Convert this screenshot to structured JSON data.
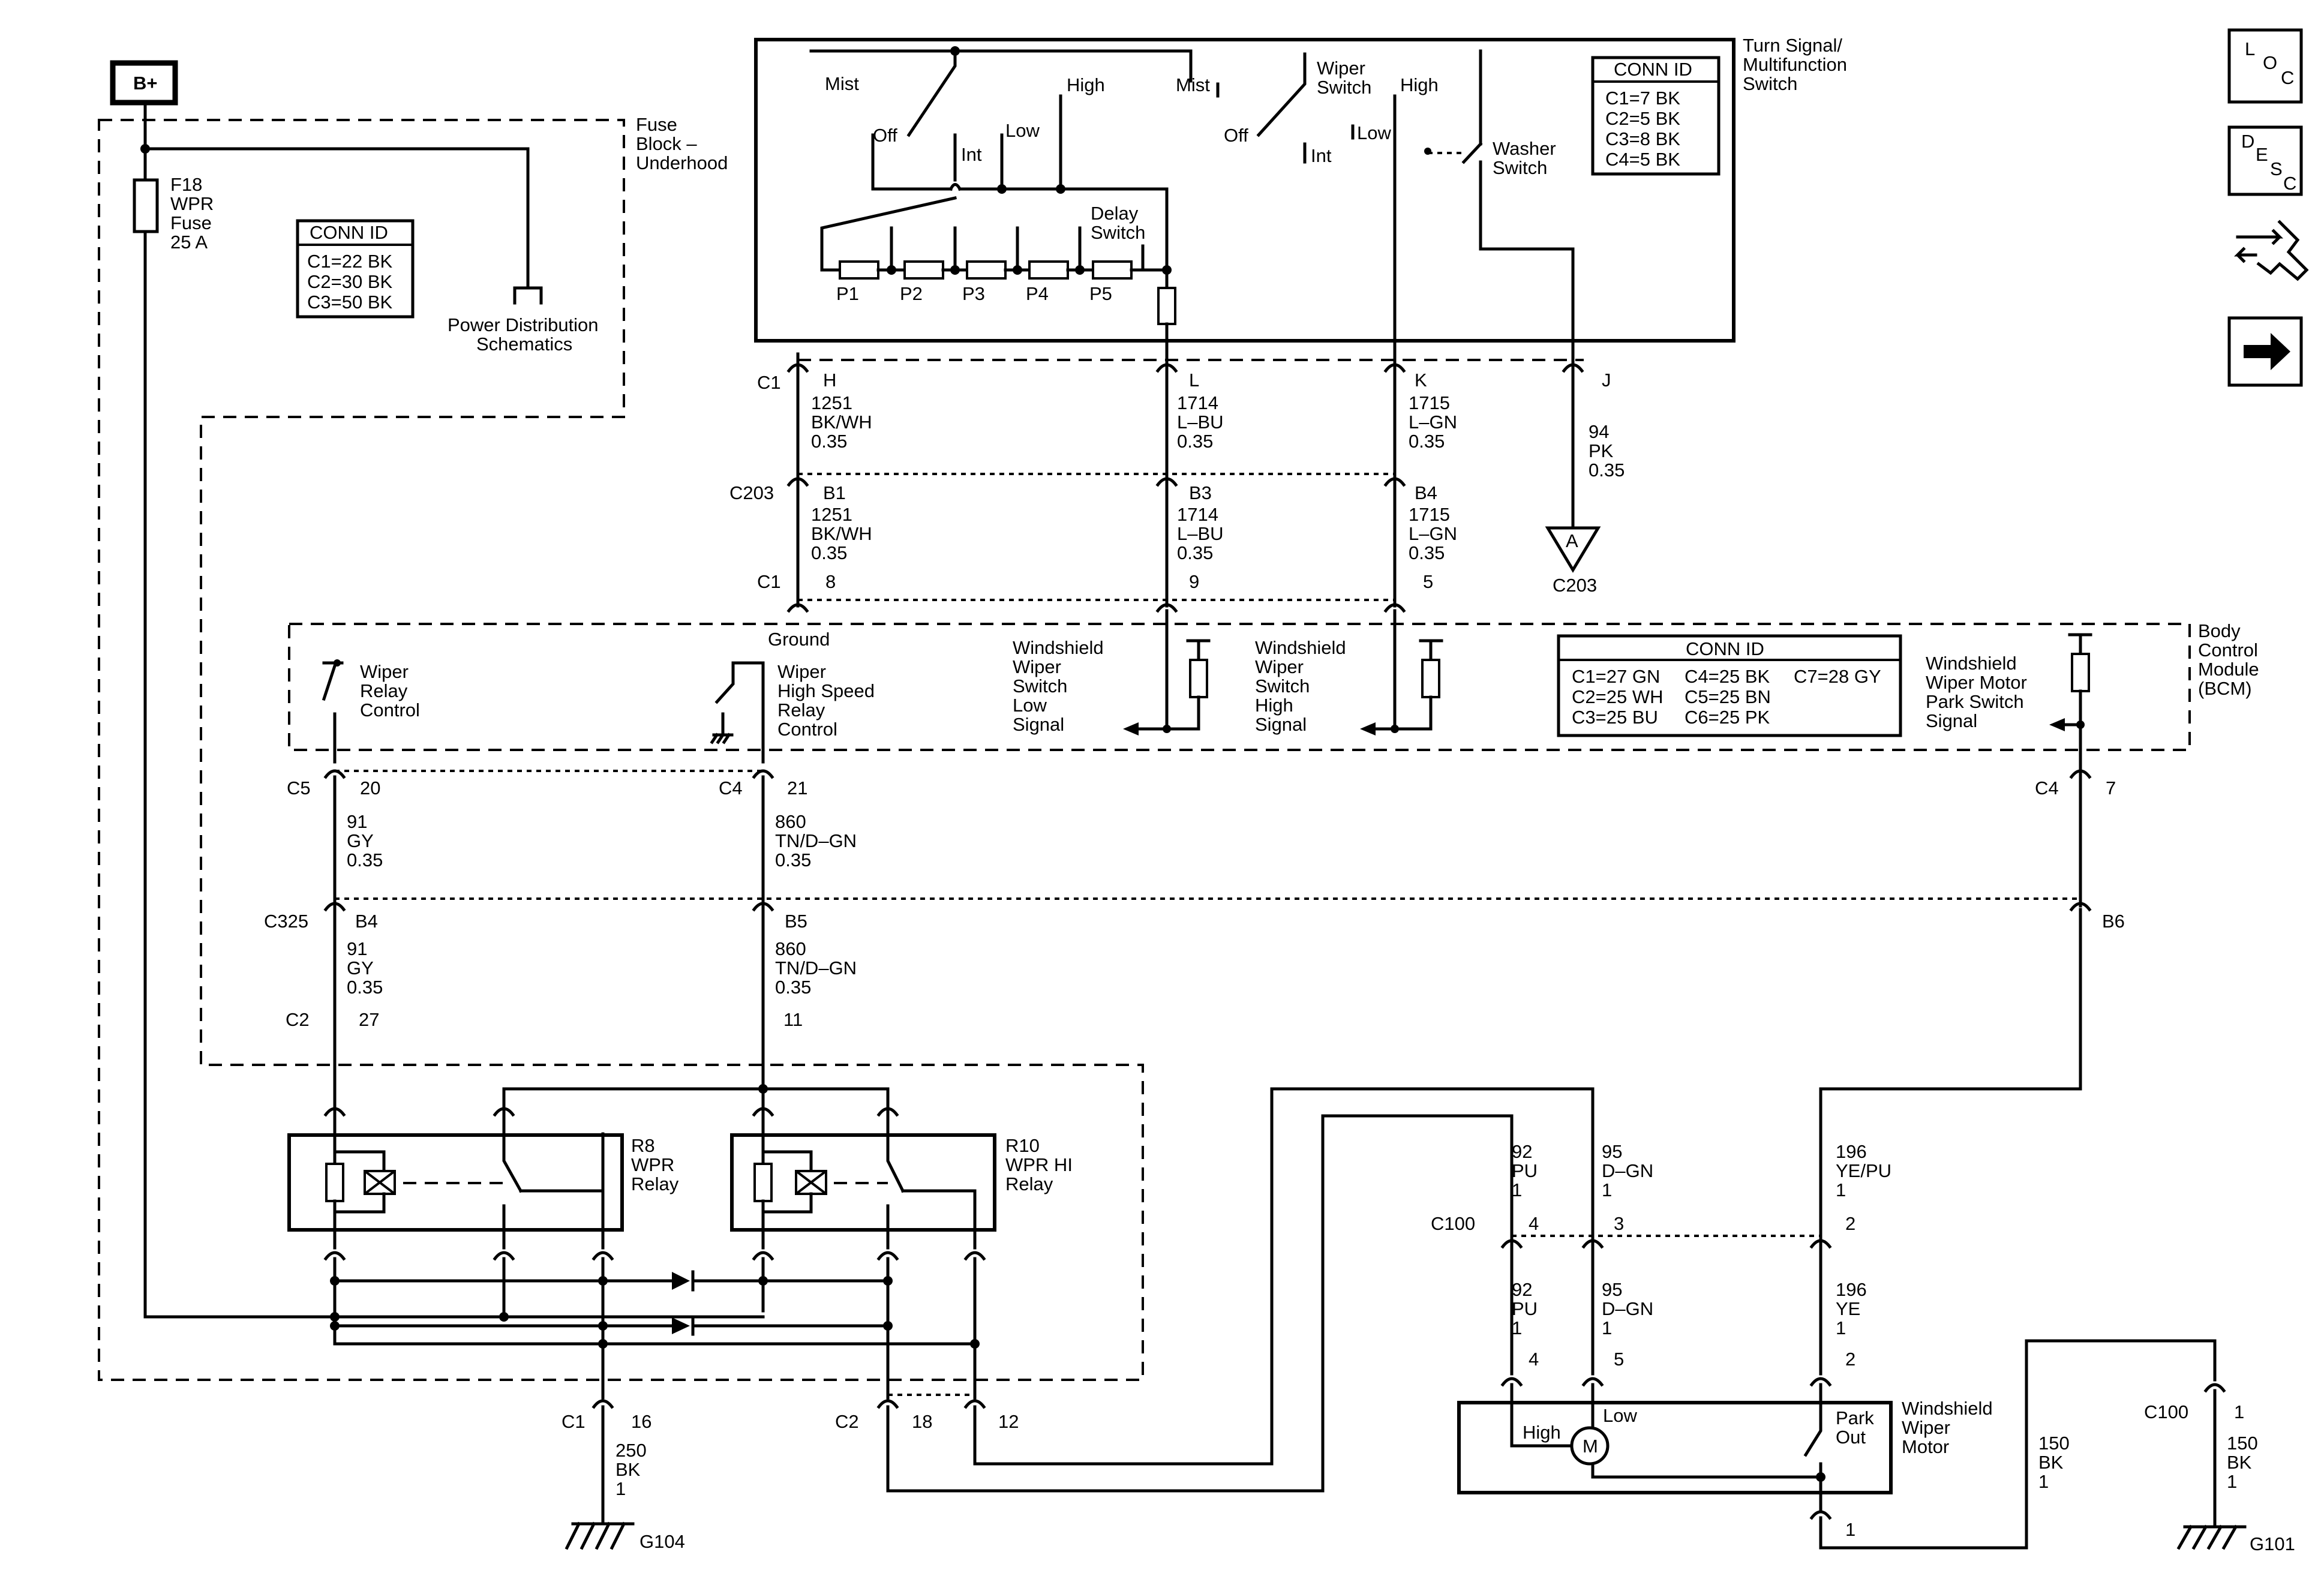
{
  "nav": {
    "loc": {
      "l1": "L",
      "l2": "O",
      "l3": "C"
    },
    "desc": {
      "l1": "D",
      "l2": "E",
      "l3": "S",
      "l4": "C"
    }
  },
  "labels": {
    "bplus": "B+",
    "fuse_block": [
      "Fuse",
      "Block –",
      "Underhood"
    ],
    "fuse": [
      "F18",
      "WPR",
      "Fuse",
      "25 A"
    ],
    "power_dist": [
      "Power Distribution",
      "Schematics"
    ],
    "turn_signal": [
      "Turn Signal/",
      "Multifunction",
      "Switch"
    ],
    "mist1": "Mist",
    "off1": "Off",
    "int1": "Int",
    "low1": "Low",
    "high1": "High",
    "mist2": "Mist",
    "off2": "Off",
    "wiper_switch": [
      "Wiper",
      "Switch"
    ],
    "int2": "Int",
    "low2": "Low",
    "high2": "High",
    "washer_switch": [
      "Washer",
      "Switch"
    ],
    "delay_switch": [
      "Delay",
      "Switch"
    ],
    "p1": "P1",
    "p2": "P2",
    "p3": "P3",
    "p4": "P4",
    "p5": "P5",
    "bcm": [
      "Body",
      "Control",
      "Module",
      "(BCM)"
    ],
    "ground": "Ground",
    "wiper_relay_control": [
      "Wiper",
      "Relay",
      "Control"
    ],
    "wiper_hs_relay_control": [
      "Wiper",
      "High Speed",
      "Relay",
      "Control"
    ],
    "ww_low": [
      "Windshield",
      "Wiper",
      "Switch",
      "Low",
      "Signal"
    ],
    "ww_high": [
      "Windshield",
      "Wiper",
      "Switch",
      "High",
      "Signal"
    ],
    "ww_park": [
      "Windshield",
      "Wiper Motor",
      "Park Switch",
      "Signal"
    ],
    "r8": [
      "R8",
      "WPR",
      "Relay"
    ],
    "r10": [
      "R10",
      "WPR HI",
      "Relay"
    ],
    "motor": [
      "Windshield",
      "Wiper",
      "Motor"
    ],
    "motor_high": "High",
    "motor_low": "Low",
    "motor_m": "M",
    "park_out": [
      "Park",
      "Out"
    ],
    "g104": "G104",
    "g101": "G101",
    "offpage_a": "A",
    "offpage_c203": "C203"
  },
  "conn_ids": {
    "fuse_block": {
      "title": "CONN ID",
      "rows": [
        "C1=22 BK",
        "C2=30 BK",
        "C3=50 BK"
      ]
    },
    "switch": {
      "title": "CONN ID",
      "rows": [
        "C1=7 BK",
        "C2=5 BK",
        "C3=8 BK",
        "C4=5 BK"
      ]
    },
    "bcm": {
      "title": "CONN ID",
      "col1": [
        "C1=27 GN",
        "C2=25 WH",
        "C3=25 BU"
      ],
      "col2": [
        "C4=25 BK",
        "C5=25 BN",
        "C6=25 PK"
      ],
      "col3": [
        "C7=28 GY"
      ]
    }
  },
  "connectors": {
    "c1_sw": "C1",
    "c203": "C203",
    "c1_bcm": "C1",
    "c5": "C5",
    "c4": "C4",
    "c4b": "C4",
    "c325": "C325",
    "c2": "C2",
    "c1_fb": "C1",
    "c2_fb": "C2",
    "c100a": "C100",
    "c100b": "C100"
  },
  "pins": {
    "h": "H",
    "l": "L",
    "k": "K",
    "j": "J",
    "b1": "B1",
    "b3": "B3",
    "b4": "B4",
    "p8": "8",
    "p9": "9",
    "p5": "5",
    "p20": "20",
    "p21": "21",
    "p7": "7",
    "b4b": "B4",
    "b5": "B5",
    "b6": "B6",
    "p27": "27",
    "p11": "11",
    "p16": "16",
    "p18": "18",
    "p12": "12",
    "m4a": "4",
    "m3": "3",
    "m2a": "2",
    "m4b": "4",
    "m5": "5",
    "m2b": "2",
    "m1": "1",
    "g1": "1"
  },
  "wires": {
    "w1251a": [
      "1251",
      "BK/WH",
      "0.35"
    ],
    "w1714a": [
      "1714",
      "L–BU",
      "0.35"
    ],
    "w1715a": [
      "1715",
      "L–GN",
      "0.35"
    ],
    "w94": [
      "94",
      "PK",
      "0.35"
    ],
    "w1251b": [
      "1251",
      "BK/WH",
      "0.35"
    ],
    "w1714b": [
      "1714",
      "L–BU",
      "0.35"
    ],
    "w1715b": [
      "1715",
      "L–GN",
      "0.35"
    ],
    "w91a": [
      "91",
      "GY",
      "0.35"
    ],
    "w860a": [
      "860",
      "TN/D–GN",
      "0.35"
    ],
    "w91b": [
      "91",
      "GY",
      "0.35"
    ],
    "w860b": [
      "860",
      "TN/D–GN",
      "0.35"
    ],
    "w250": [
      "250",
      "BK",
      "1"
    ],
    "w92a": [
      "92",
      "PU",
      "1"
    ],
    "w95a": [
      "95",
      "D–GN",
      "1"
    ],
    "w196a": [
      "196",
      "YE/PU",
      "1"
    ],
    "w92b": [
      "92",
      "PU",
      "1"
    ],
    "w95b": [
      "95",
      "D–GN",
      "1"
    ],
    "w196b": [
      "196",
      "YE",
      "1"
    ],
    "w150a": [
      "150",
      "BK",
      "1"
    ],
    "w150b": [
      "150",
      "BK",
      "1"
    ]
  }
}
